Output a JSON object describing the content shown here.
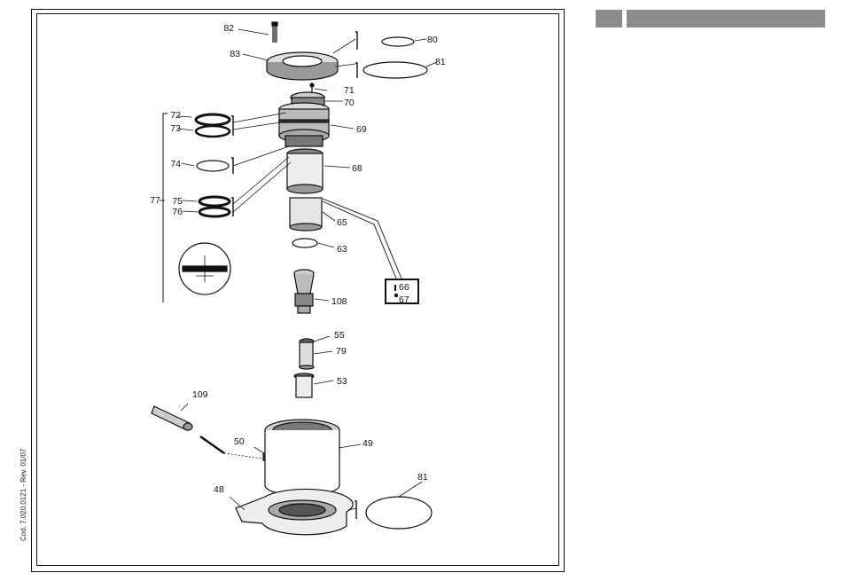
{
  "document": {
    "code_revision": "Cod. 7.020.0121 - Rev. 01/07"
  },
  "header": {
    "tab_small_color": "#8c8c8c",
    "tab_long_color": "#8c8c8c"
  },
  "parts": {
    "p82": "82",
    "p83": "83",
    "p80": "80",
    "p81_top": "81",
    "p71": "71",
    "p70": "70",
    "p72": "72",
    "p73": "73",
    "p69": "69",
    "p74": "74",
    "p68": "68",
    "p77": "77",
    "p75": "75",
    "p76": "76",
    "p65": "65",
    "p63": "63",
    "p66": "66",
    "p67": "67",
    "p108": "108",
    "p55": "55",
    "p79": "79",
    "p53": "53",
    "p109": "109",
    "p50": "50",
    "p49": "49",
    "p48": "48",
    "p81_bottom": "81"
  }
}
